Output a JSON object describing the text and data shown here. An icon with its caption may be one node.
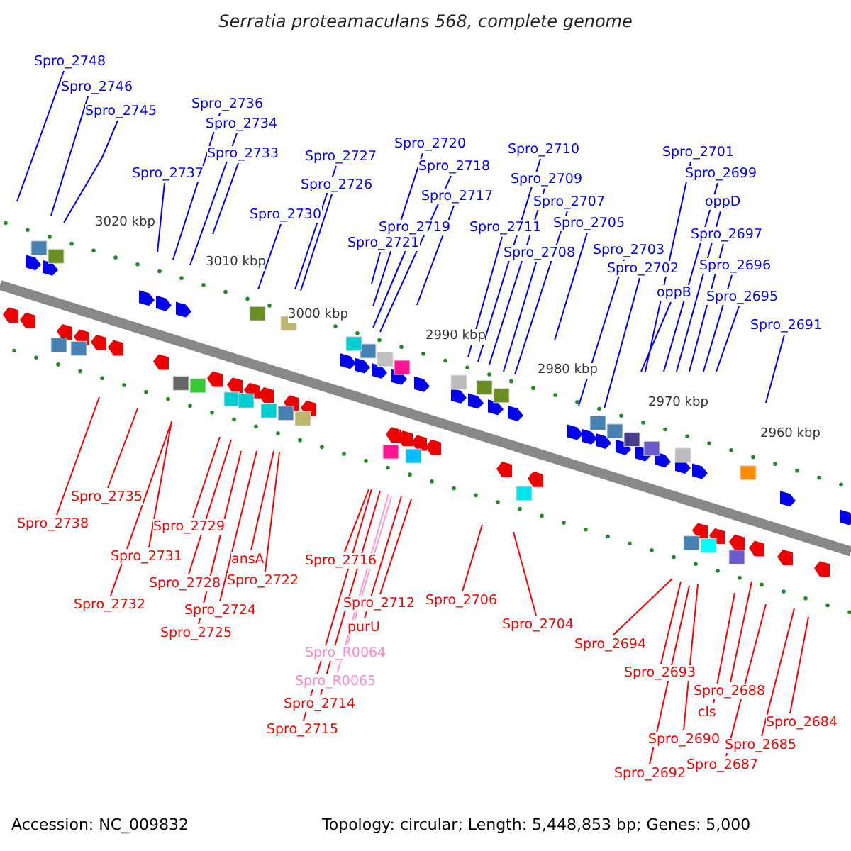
{
  "diagram": {
    "title": "Serratia proteamaculans 568, complete genome",
    "nodes": [
      {
        "text": [
          "Spro_2748"
        ]
      },
      {
        "text": [
          "Spro_2746"
        ]
      },
      {
        "text": [
          "Spro_2745"
        ]
      },
      {
        "text": [
          "Spro_2737"
        ]
      },
      {
        "text": [
          "Spro_2736"
        ]
      },
      {
        "text": [
          "Spro_2734"
        ]
      },
      {
        "text": [
          "Spro_2733"
        ]
      },
      {
        "text": [
          "Spro_2730"
        ]
      },
      {
        "text": [
          "Spro_2727"
        ]
      },
      {
        "text": [
          "Spro_2726"
        ]
      },
      {
        "text": [
          "Spro_2721"
        ]
      },
      {
        "text": [
          "Spro_2720"
        ]
      },
      {
        "text": [
          "Spro_2719"
        ]
      },
      {
        "text": [
          "Spro_2718"
        ]
      },
      {
        "text": [
          "Spro_2717"
        ]
      },
      {
        "text": [
          "Spro_2711"
        ]
      },
      {
        "text": [
          "Spro_2710"
        ]
      },
      {
        "text": [
          "Spro_2709"
        ]
      },
      {
        "text": [
          "Spro_2708"
        ]
      },
      {
        "text": [
          "Spro_2707"
        ]
      },
      {
        "text": [
          "Spro_2705"
        ]
      },
      {
        "text": [
          "Spro_2703"
        ]
      },
      {
        "text": [
          "Spro_2702"
        ]
      },
      {
        "text": [
          "oppB"
        ]
      },
      {
        "text": [
          "Spro_2701"
        ]
      },
      {
        "text": [
          "Spro_2699"
        ]
      },
      {
        "text": [
          "oppD"
        ]
      },
      {
        "text": [
          "Spro_2697"
        ]
      },
      {
        "text": [
          "Spro_2696"
        ]
      },
      {
        "text": [
          "Spro_2695"
        ]
      },
      {
        "text": [
          "Spro_2691"
        ]
      },
      {
        "text": [
          "Spro_2735"
        ]
      },
      {
        "text": [
          "Spro_2738"
        ]
      },
      {
        "text": [
          "Spro_2729"
        ]
      },
      {
        "text": [
          "Spro_2731"
        ]
      },
      {
        "text": [
          "Spro_2728"
        ]
      },
      {
        "text": [
          "ansA"
        ]
      },
      {
        "text": [
          "Spro_2722"
        ]
      },
      {
        "text": [
          "Spro_2732"
        ]
      },
      {
        "text": [
          "Spro_2724"
        ]
      },
      {
        "text": [
          "Spro_2725"
        ]
      },
      {
        "text": [
          "Spro_2716"
        ]
      },
      {
        "text": [
          "Spro_2712"
        ]
      },
      {
        "text": [
          "purU"
        ]
      },
      {
        "text": [
          "Spro_R0064"
        ]
      },
      {
        "text": [
          "Spro_R0065"
        ]
      },
      {
        "text": [
          "Spro_2714"
        ]
      },
      {
        "text": [
          "Spro_2715"
        ]
      },
      {
        "text": [
          "Spro_2706"
        ]
      },
      {
        "text": [
          "Spro_2704"
        ]
      },
      {
        "text": [
          "Spro_2694"
        ]
      },
      {
        "text": [
          "Spro_2693"
        ]
      },
      {
        "text": [
          "Spro_2688"
        ]
      },
      {
        "text": [
          "cls"
        ]
      },
      {
        "text": [
          "Spro_2690"
        ]
      },
      {
        "text": [
          "Spro_2692"
        ]
      },
      {
        "text": [
          "Spro_2687"
        ]
      },
      {
        "text": [
          "Spro_2685"
        ]
      },
      {
        "text": [
          "Spro_2684"
        ]
      }
    ],
    "edges": [
      {
        "from": 0,
        "to": null,
        "arrow": "none"
      },
      {
        "from": 1,
        "to": null,
        "arrow": "none"
      },
      {
        "from": 2,
        "to": null,
        "arrow": "none"
      },
      {
        "from": 3,
        "to": null,
        "arrow": "none"
      },
      {
        "from": 4,
        "to": null,
        "arrow": "none"
      },
      {
        "from": 5,
        "to": null,
        "arrow": "none"
      },
      {
        "from": 6,
        "to": null,
        "arrow": "none"
      },
      {
        "from": 7,
        "to": null,
        "arrow": "none"
      },
      {
        "from": 8,
        "to": null,
        "arrow": "none"
      },
      {
        "from": 9,
        "to": null,
        "arrow": "none"
      },
      {
        "from": 10,
        "to": null,
        "arrow": "none"
      },
      {
        "from": 11,
        "to": null,
        "arrow": "none"
      },
      {
        "from": 12,
        "to": null,
        "arrow": "none"
      },
      {
        "from": 13,
        "to": null,
        "arrow": "none"
      },
      {
        "from": 14,
        "to": null,
        "arrow": "none"
      },
      {
        "from": 15,
        "to": null,
        "arrow": "none"
      },
      {
        "from": 16,
        "to": null,
        "arrow": "none"
      },
      {
        "from": 17,
        "to": null,
        "arrow": "none"
      },
      {
        "from": 18,
        "to": null,
        "arrow": "none"
      },
      {
        "from": 19,
        "to": null,
        "arrow": "none"
      },
      {
        "from": 20,
        "to": null,
        "arrow": "none"
      },
      {
        "from": 21,
        "to": null,
        "arrow": "none"
      },
      {
        "from": 22,
        "to": null,
        "arrow": "none"
      },
      {
        "from": 23,
        "to": null,
        "arrow": "none"
      },
      {
        "from": 24,
        "to": null,
        "arrow": "none"
      },
      {
        "from": 25,
        "to": null,
        "arrow": "none"
      },
      {
        "from": 26,
        "to": null,
        "arrow": "none"
      },
      {
        "from": 27,
        "to": null,
        "arrow": "none"
      },
      {
        "from": 28,
        "to": null,
        "arrow": "none"
      },
      {
        "from": 29,
        "to": null,
        "arrow": "none"
      },
      {
        "from": 30,
        "to": null,
        "arrow": "none"
      },
      {
        "from": 31,
        "to": null,
        "arrow": "none",
        "color": "#ff0000"
      },
      {
        "from": 32,
        "to": null,
        "arrow": "none",
        "color": "#ff0000"
      },
      {
        "from": 33,
        "to": null,
        "arrow": "none",
        "color": "#ff0000"
      },
      {
        "from": 34,
        "to": null,
        "arrow": "none",
        "color": "#ff0000"
      },
      {
        "from": 35,
        "to": null,
        "arrow": "none",
        "color": "#ff0000"
      },
      {
        "from": 36,
        "to": null,
        "arrow": "none",
        "color": "#ff0000"
      },
      {
        "from": 37,
        "to": null,
        "arrow": "none",
        "color": "#ff0000"
      },
      {
        "from": 38,
        "to": null,
        "arrow": "none",
        "color": "#ff0000"
      },
      {
        "from": 39,
        "to": null,
        "arrow": "none",
        "color": "#ff0000"
      },
      {
        "from": 40,
        "to": null,
        "arrow": "none",
        "color": "#ff0000"
      },
      {
        "from": 41,
        "to": null,
        "arrow": "none",
        "color": "#ff0000"
      },
      {
        "from": 42,
        "to": null,
        "arrow": "none",
        "color": "#ff0000"
      },
      {
        "from": 43,
        "to": null,
        "arrow": "none",
        "color": "#ff0000"
      },
      {
        "from": 44,
        "to": null,
        "arrow": "none",
        "color": "#ff99cc"
      },
      {
        "from": 45,
        "to": null,
        "arrow": "none",
        "color": "#ff99cc"
      },
      {
        "from": 46,
        "to": null,
        "arrow": "none",
        "color": "#ff0000"
      },
      {
        "from": 47,
        "to": null,
        "arrow": "none",
        "color": "#ff0000"
      },
      {
        "from": 48,
        "to": null,
        "arrow": "none",
        "color": "#ff0000"
      },
      {
        "from": 49,
        "to": null,
        "arrow": "none",
        "color": "#ff0000"
      },
      {
        "from": 50,
        "to": null,
        "arrow": "none",
        "color": "#ff0000"
      },
      {
        "from": 51,
        "to": null,
        "arrow": "none",
        "color": "#ff0000"
      },
      {
        "from": 52,
        "to": null,
        "arrow": "none",
        "color": "#ff0000"
      },
      {
        "from": 53,
        "to": null,
        "arrow": "none",
        "color": "#ff0000"
      },
      {
        "from": 54,
        "to": null,
        "arrow": "none",
        "color": "#ff0000"
      },
      {
        "from": 55,
        "to": null,
        "arrow": "none",
        "color": "#ff0000"
      },
      {
        "from": 56,
        "to": null,
        "arrow": "none",
        "color": "#ff0000"
      },
      {
        "from": 57,
        "to": null,
        "arrow": "none",
        "color": "#ff0000"
      },
      {
        "from": 58,
        "to": null,
        "arrow": "none",
        "color": "#ff0000"
      }
    ],
    "labels": [
      "3020 kbp",
      "3010 kbp",
      "3000 kbp",
      "2990 kbp",
      "2980 kbp",
      "2970 kbp",
      "2960 kbp",
      "Accession: NC_009832",
      "Topology: circular; Length: 5,448,853 bp; Genes: 5,000"
    ]
  }
}
